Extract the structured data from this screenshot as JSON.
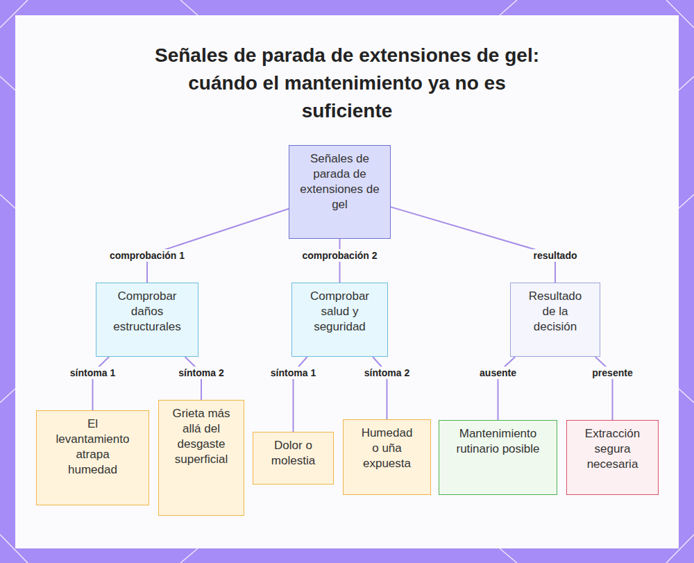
{
  "diagram": {
    "title": "Señales de parada de extensiones de gel: cuándo el mantenimiento ya no es suficiente",
    "nodes": [
      {
        "text": [
          "Señales de parada de extensiones de gel"
        ]
      },
      {
        "text": [
          "Comprobar daños estructurales"
        ]
      },
      {
        "text": [
          "Comprobar salud y seguridad"
        ]
      },
      {
        "text": [
          "Resultado de la decisión"
        ]
      },
      {
        "text": [
          "El levantamiento atrapa humedad"
        ]
      },
      {
        "text": [
          "Grieta más allá del desgaste superficial"
        ]
      },
      {
        "text": [
          "Dolor o molestia"
        ]
      },
      {
        "text": [
          "Humedad o uña expuesta"
        ]
      },
      {
        "text": [
          "Mantenimiento rutinario posible"
        ]
      },
      {
        "text": [
          "Extracción segura necesaria"
        ]
      }
    ],
    "edges": [
      {
        "from": 0,
        "to": 1,
        "label": "comprobación 1",
        "arrow": "none"
      },
      {
        "from": 0,
        "to": 2,
        "label": "comprobación 2",
        "arrow": "none"
      },
      {
        "from": 0,
        "to": 3,
        "label": "resultado",
        "arrow": "none"
      },
      {
        "from": 1,
        "to": 4,
        "label": "síntoma 1",
        "arrow": "none"
      },
      {
        "from": 1,
        "to": 5,
        "label": "síntoma 2",
        "arrow": "none"
      },
      {
        "from": 2,
        "to": 6,
        "label": "síntoma 1",
        "arrow": "none"
      },
      {
        "from": 2,
        "to": 7,
        "label": "síntoma 2",
        "arrow": "none"
      },
      {
        "from": 3,
        "to": 8,
        "label": "ausente",
        "arrow": "none"
      },
      {
        "from": 3,
        "to": 9,
        "label": "presente",
        "arrow": "none"
      }
    ]
  }
}
